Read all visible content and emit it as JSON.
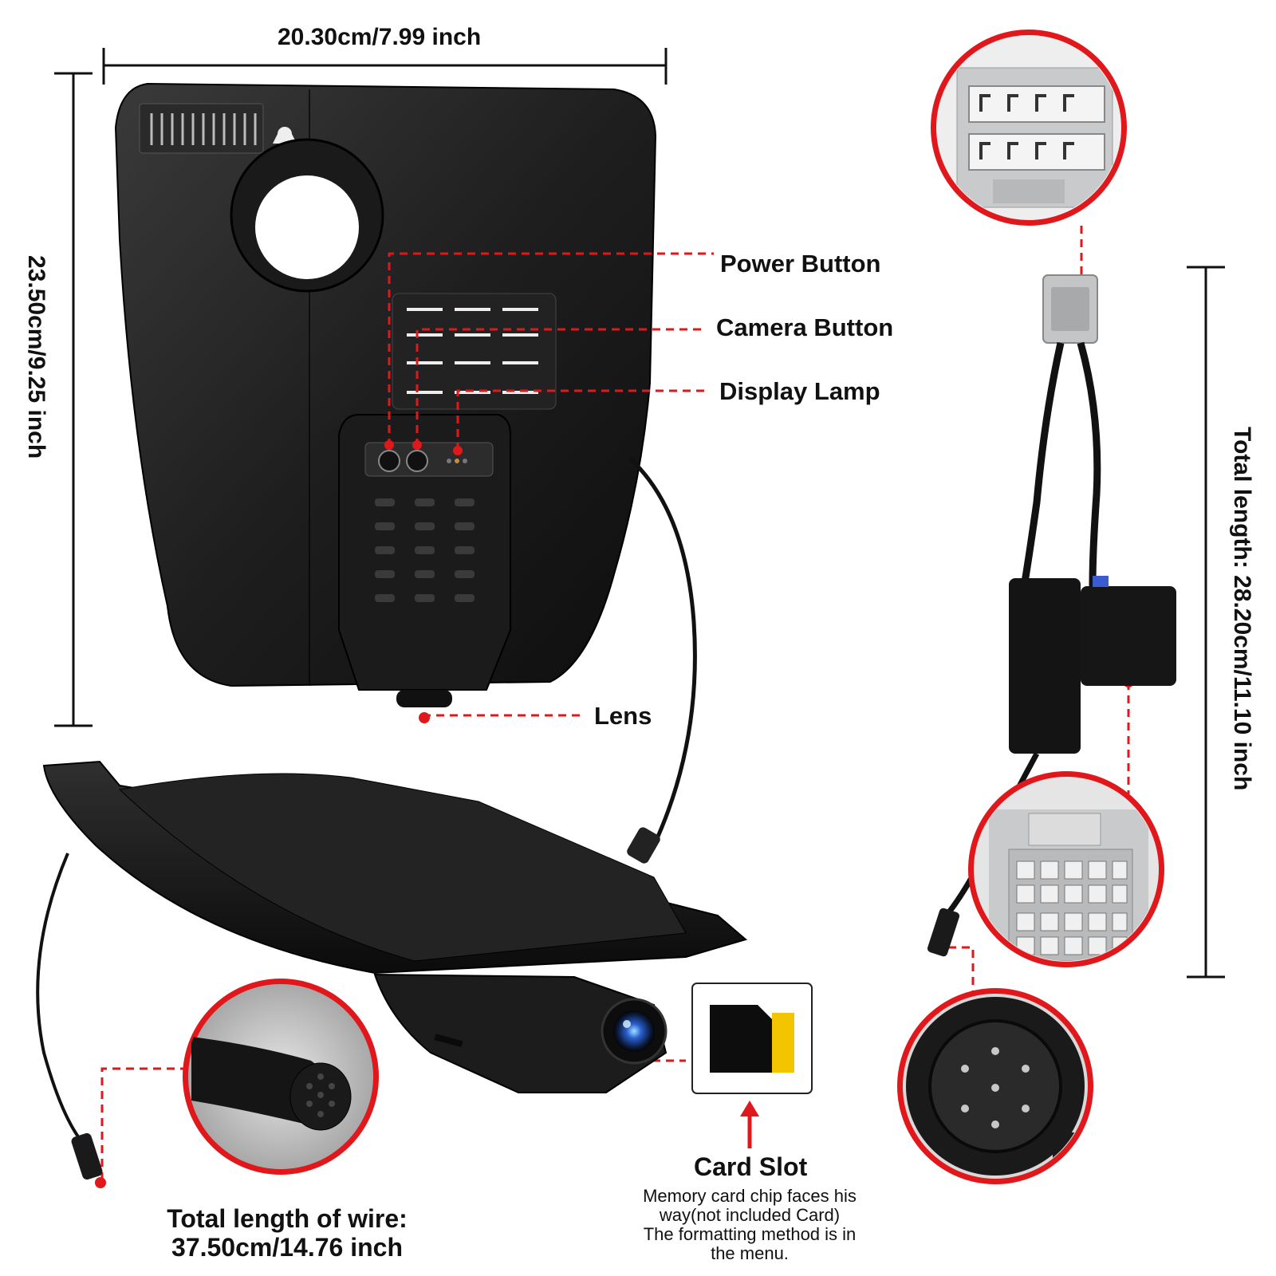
{
  "dimensions": {
    "width_label": "20.30cm/7.99 inch",
    "height_label": "23.50cm/9.25 inch",
    "harness_length_label": "Total length: 28.20cm/11.10 inch"
  },
  "callouts": {
    "power_button": "Power Button",
    "camera_button": "Camera Button",
    "display_lamp": "Display Lamp",
    "lens": "Lens"
  },
  "card_slot": {
    "title": "Card Slot",
    "note_line1": "Memory card chip faces his",
    "note_line2": "way(not included Card)",
    "note_line3": "The formatting method is in",
    "note_line4": "the menu."
  },
  "wire": {
    "line1": "Total length of wire:",
    "line2": "37.50cm/14.76 inch"
  },
  "colors": {
    "accent_red": "#e0181b",
    "device_black": "#1c1c1c",
    "connector_gray": "#c9cacb",
    "sd_yellow": "#f2c500"
  }
}
